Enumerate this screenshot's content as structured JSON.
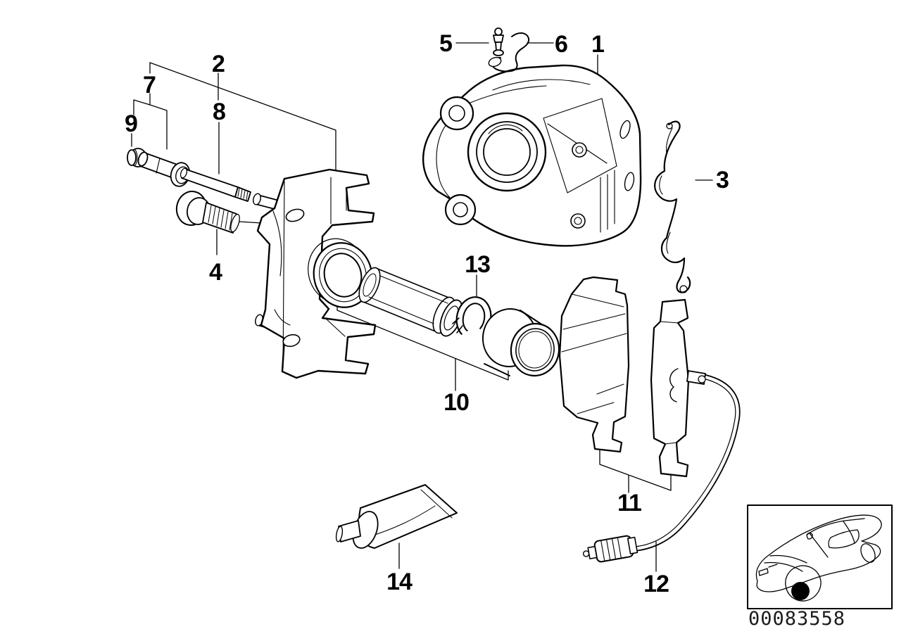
{
  "colors": {
    "ink": "#000000",
    "background": "#ffffff",
    "wheel_marker": "#000000"
  },
  "callouts": [
    {
      "number": "1"
    },
    {
      "number": "2"
    },
    {
      "number": "3"
    },
    {
      "number": "4"
    },
    {
      "number": "5"
    },
    {
      "number": "6"
    },
    {
      "number": "7"
    },
    {
      "number": "8"
    },
    {
      "number": "9"
    },
    {
      "number": "10"
    },
    {
      "number": "11"
    },
    {
      "number": "12"
    },
    {
      "number": "13"
    },
    {
      "number": "14"
    }
  ],
  "footer": {
    "image_number": "00083558"
  },
  "thumbnail": {
    "icon": "car-front-three-quarter-icon",
    "marker": "front-left-wheel-marker"
  }
}
